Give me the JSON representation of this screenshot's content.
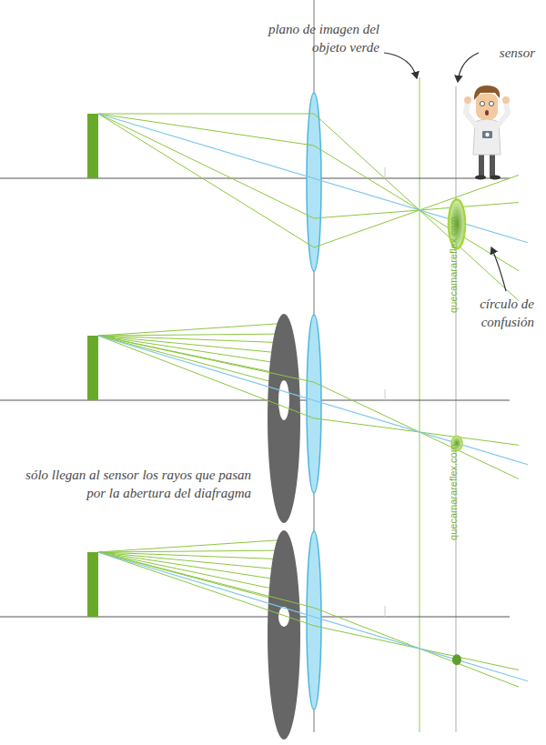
{
  "diagram": {
    "labels": [
      "plano de imagen del objeto verde",
      "sensor",
      "círculo de confusión",
      "quecamarareflex.com",
      "quecamarareflex.com",
      "sólo llegan al sensor los rayos que pasan por la abertura del diafragma"
    ]
  }
}
